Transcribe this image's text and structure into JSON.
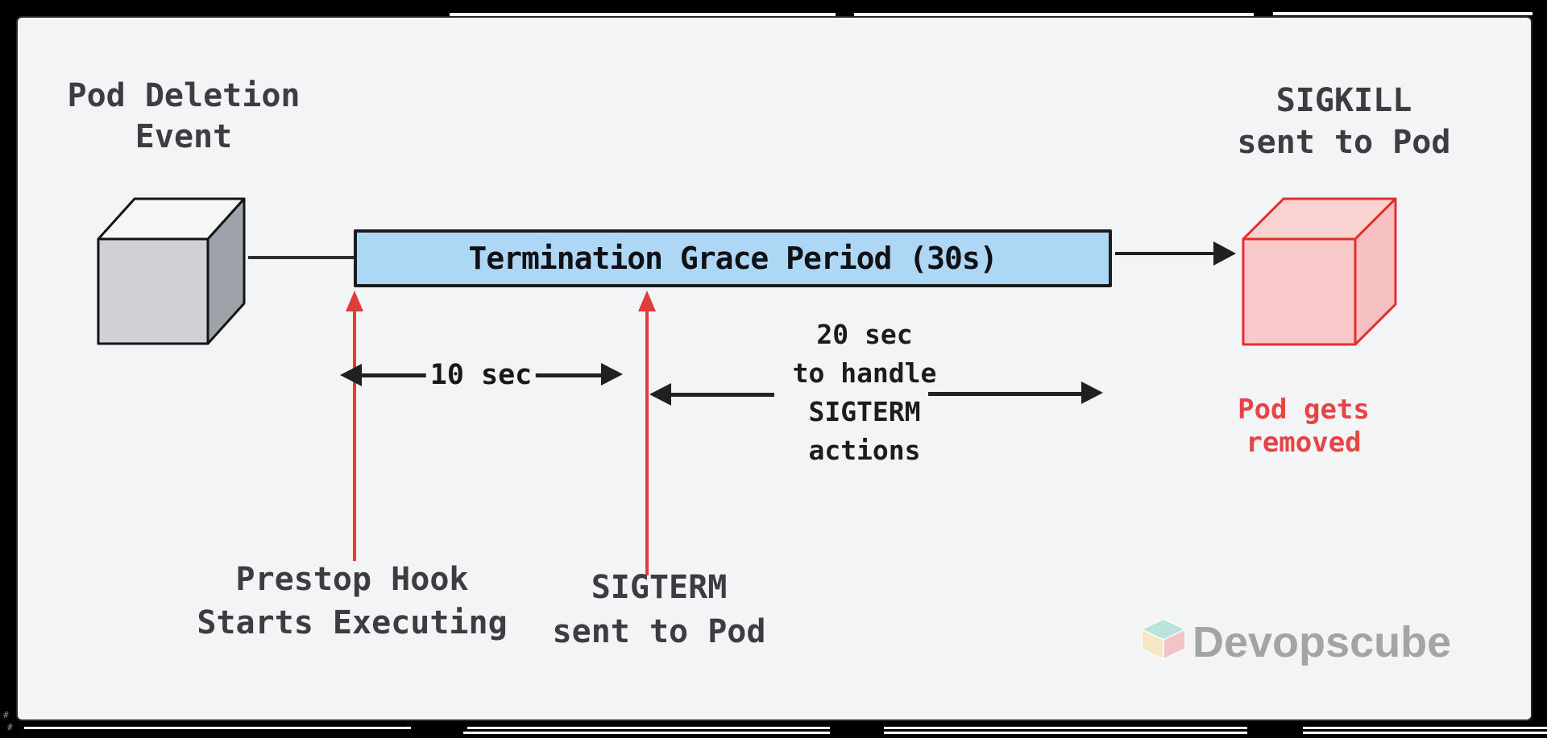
{
  "diagram": {
    "pod_deletion": {
      "line1": "Pod Deletion",
      "line2": "Event"
    },
    "grace_bar": {
      "label": "Termination Grace Period (30s)"
    },
    "sigkill": {
      "line1": "SIGKILL",
      "line2": "sent to Pod"
    },
    "pod_removed": {
      "line1": "Pod gets",
      "line2": "removed"
    },
    "prestop": {
      "line1": "Prestop Hook",
      "line2": "Starts Executing"
    },
    "sigterm": {
      "line1": "SIGTERM",
      "line2": "sent to Pod"
    },
    "span10": {
      "label": "10 sec"
    },
    "span20": {
      "line1": "20 sec",
      "line2": "to handle",
      "line3": "SIGTERM",
      "line4": "actions"
    }
  },
  "branding": {
    "logo_text": "Devopscube"
  },
  "colors": {
    "canvas_bg": "#f3f4f6",
    "frame_bg": "#000000",
    "grace_bar_fill": "#aed7f5",
    "grace_bar_border": "#1b1b1b",
    "red_accent": "#e13c3c",
    "pod_removed_text": "#e64545",
    "black_arrow": "#202020",
    "label_text": "#3d3d41",
    "gray_cube_front": "#cfd1d4",
    "gray_cube_side": "#9ea3a9",
    "gray_cube_top": "#f6f6f4",
    "red_cube_front": "#f9c8c8",
    "red_cube_side": "#f7c0c0",
    "red_cube_top": "#fad2d0",
    "red_cube_outline": "#e12f2f",
    "logo_text_color": "#a4a4a6",
    "logo_cube_top": "#b8e4dc",
    "logo_cube_left": "#f5e7c3",
    "logo_cube_right": "#f2c4c8"
  }
}
